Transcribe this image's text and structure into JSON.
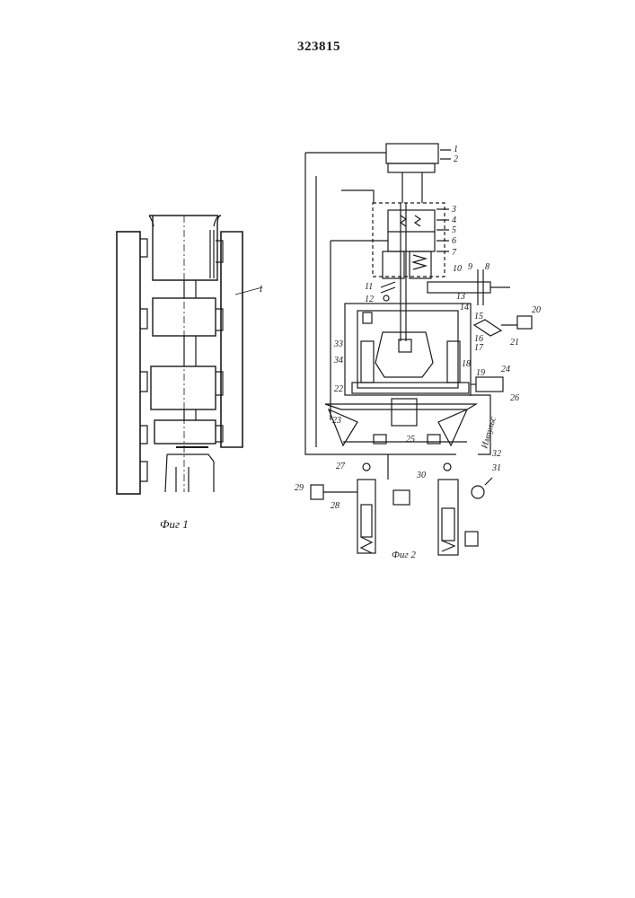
{
  "patent_number": "323815",
  "fig1": {
    "caption": "Фиг 1",
    "labels": [
      "1"
    ]
  },
  "fig2": {
    "caption": "Фиг 2",
    "vertical_label": "Импульс",
    "labels": [
      "1",
      "2",
      "3",
      "4",
      "5",
      "6",
      "7",
      "8",
      "9",
      "10",
      "11",
      "12",
      "13",
      "14",
      "15",
      "16",
      "17",
      "18",
      "19",
      "20",
      "21",
      "22",
      "23",
      "24",
      "25",
      "26",
      "27",
      "28",
      "29",
      "30",
      "31",
      "32",
      "33",
      "34"
    ]
  }
}
